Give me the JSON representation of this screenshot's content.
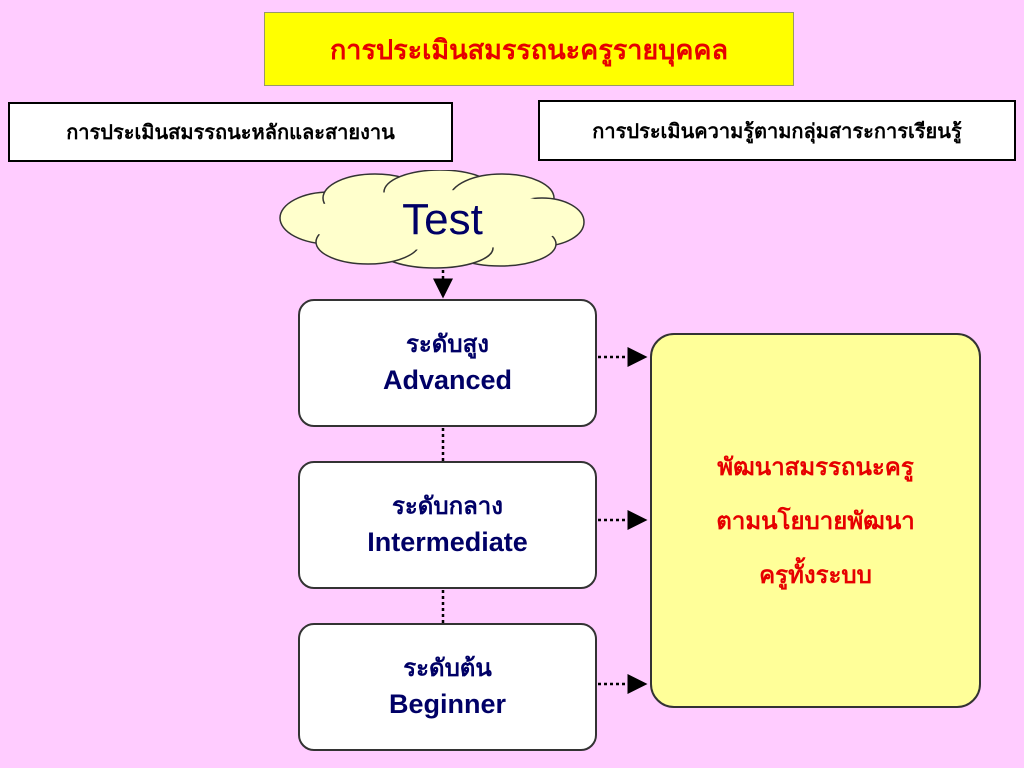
{
  "title": "การประเมินสมรรถนะครูรายบุคคล",
  "boxes": {
    "core": "การประเมินสมรรถนะหลักและสายงาน",
    "knowledge": "การประเมินความรู้ตามกลุ่มสาระการเรียนรู้"
  },
  "test": "Test",
  "levels": [
    {
      "th": "ระดับสูง",
      "en": "Advanced"
    },
    {
      "th": "ระดับกลาง",
      "en": "Intermediate"
    },
    {
      "th": "ระดับต้น",
      "en": "Beginner"
    }
  ],
  "development": {
    "lines": [
      "พัฒนาสมรรถนะครู",
      "ตามนโยบายพัฒนา",
      "ครูทั้งระบบ"
    ]
  },
  "colors": {
    "background": "#FFCCFF",
    "title_fill": "#FFFF00",
    "title_text": "#E60000",
    "level_text": "#000066",
    "development_fill": "#FFFF99"
  }
}
